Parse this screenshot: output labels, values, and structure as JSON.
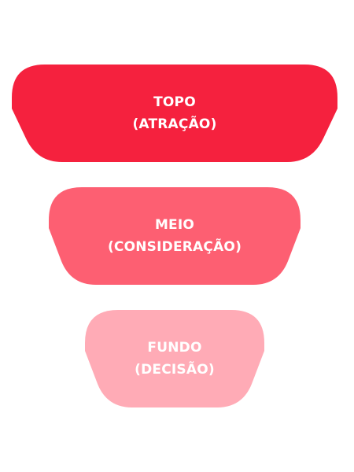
{
  "funnel": {
    "stages": [
      {
        "title": "TOPO",
        "subtitle": "(ATRAÇÃO)",
        "color": "#f5213e"
      },
      {
        "title": "MEIO",
        "subtitle": "(CONSIDERAÇÃO)",
        "color": "#fd5f72"
      },
      {
        "title": "FUNDO",
        "subtitle": "(DECISÃO)",
        "color": "#ffabb6"
      }
    ]
  }
}
